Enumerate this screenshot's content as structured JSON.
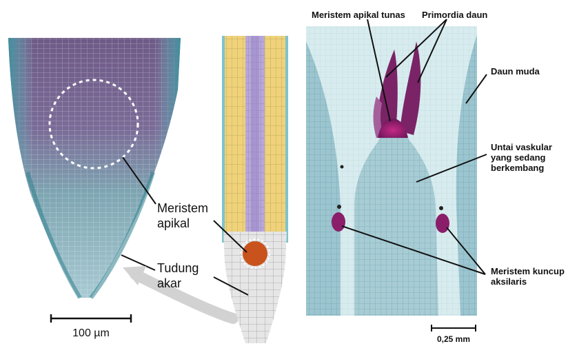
{
  "left_panel": {
    "labels": {
      "apical_meristem": [
        "Meristem",
        "apikal"
      ],
      "root_cap": [
        "Tudung",
        "akar"
      ]
    },
    "scale_bar": "100 µm"
  },
  "right_panel": {
    "labels": {
      "shoot_apical_meristem": "Meristem apikal tunas",
      "leaf_primordia": "Primordia daun",
      "young_leaf": "Daun muda",
      "vascular_strand": [
        "Untai vaskular",
        "yang sedang",
        "berkembang"
      ],
      "axillary_bud_meristem": [
        "Meristem kuncup",
        "aksilaris"
      ]
    },
    "scale_bar": "0,25 mm"
  },
  "colors": {
    "tissue_teal": "#6fa8b4",
    "tissue_purple": "#6a3f78",
    "meristem_magenta": "#8a1e6a",
    "diagram_yellow": "#efd27a",
    "diagram_lavender": "#b7a8d8",
    "diagram_orange": "#c8531c",
    "arrow_grey": "#d2d2d2"
  }
}
